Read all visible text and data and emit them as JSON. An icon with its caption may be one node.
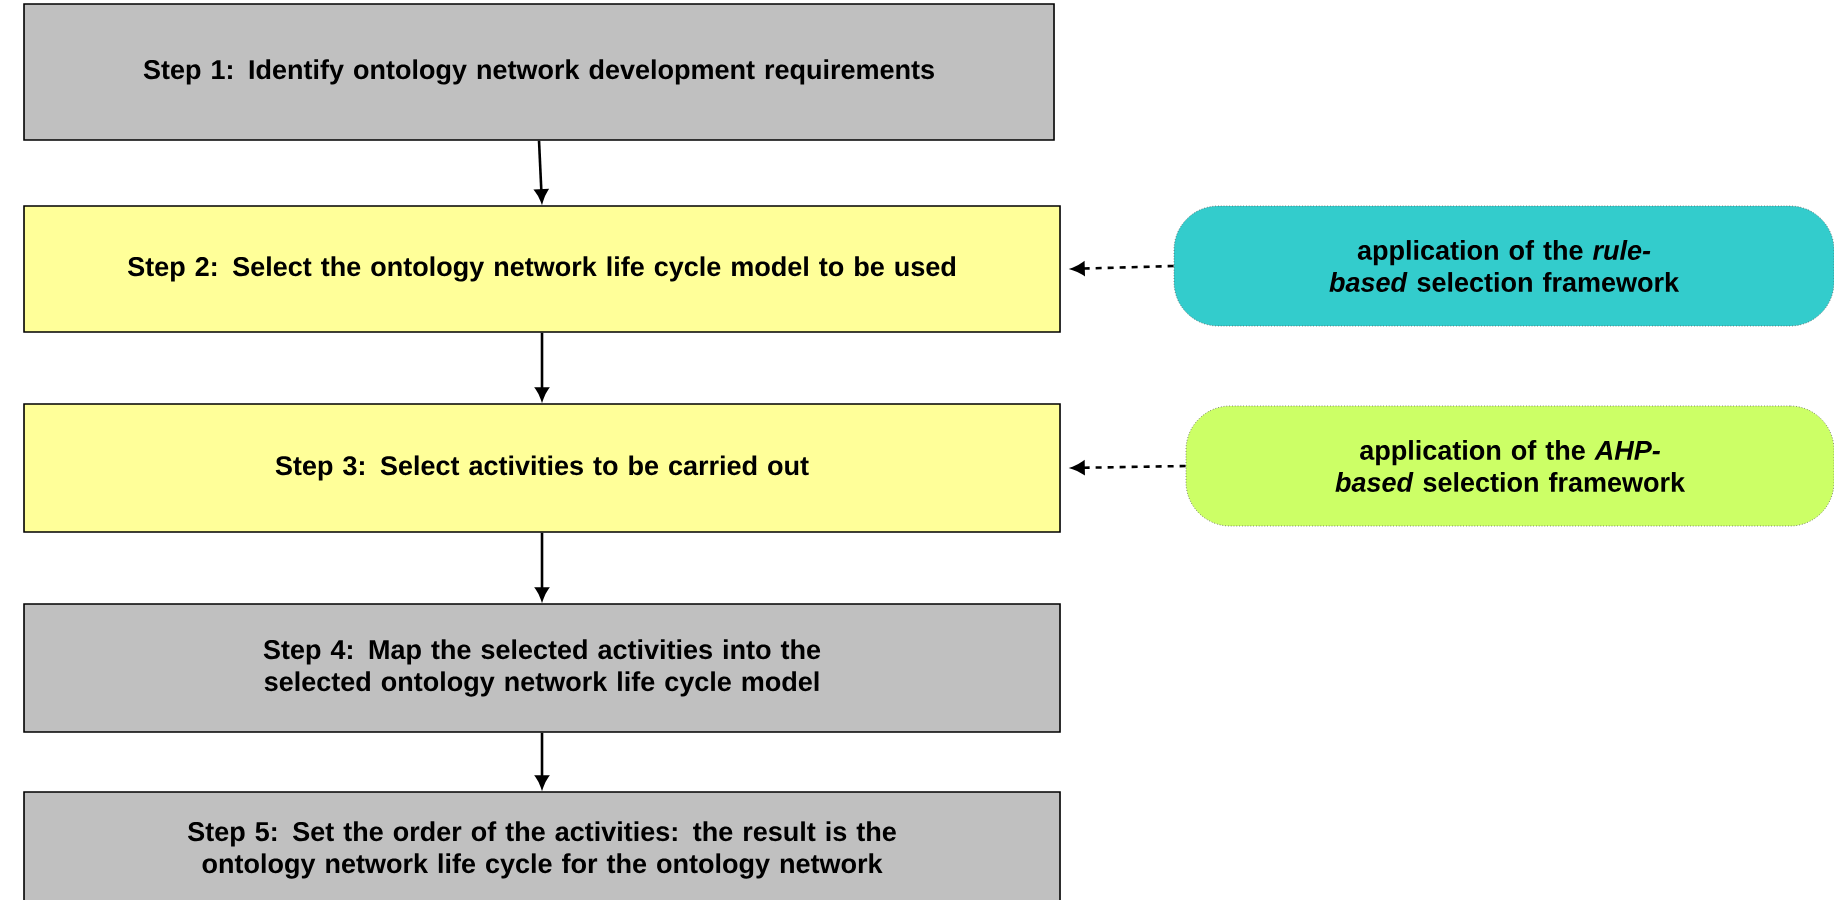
{
  "diagram": {
    "nodes": [
      {
        "text": [
          "Step 1: Identify ontology network development requirements"
        ]
      },
      {
        "text": [
          "Step 2: Select the ontology network life cycle model to be used"
        ]
      },
      {
        "text": [
          "Step 3: Select activities to be carried out"
        ]
      },
      {
        "text": [
          "Step 4: Map the selected activities into the selected ontology network life cycle model"
        ]
      },
      {
        "text": [
          "Step 5: Set the order of the activities: the result is the ontology network life cycle for the ontology network"
        ]
      },
      {
        "text": [
          "application of the *rule-based* selection framework"
        ]
      },
      {
        "text": [
          "application of the *AHP-based* selection framework"
        ]
      }
    ],
    "edges": [
      {
        "from": 0,
        "to": 1,
        "arrow": "to"
      },
      {
        "from": 1,
        "to": 2,
        "arrow": "to"
      },
      {
        "from": 2,
        "to": 3,
        "arrow": "to"
      },
      {
        "from": 3,
        "to": 4,
        "arrow": "to"
      },
      {
        "from": 5,
        "to": 1,
        "arrow": "to",
        "style": "dashed"
      },
      {
        "from": 6,
        "to": 2,
        "arrow": "to",
        "style": "dashed"
      }
    ]
  }
}
